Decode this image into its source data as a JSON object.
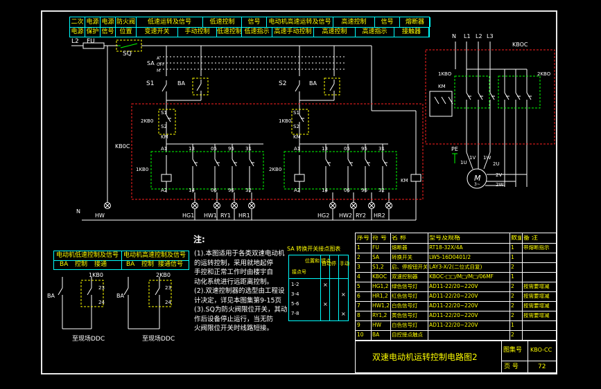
{
  "header_row1": [
    "二次",
    "电源",
    "电源",
    "防火阀",
    "低速运转及信号",
    "低速控制",
    "信号",
    "电动机高速运转及信号",
    "高速控制",
    "信号",
    "熔断器"
  ],
  "header_row2": [
    "电源",
    "保护",
    "信号",
    "位置",
    "变速开关",
    "手动控制",
    "低速控制",
    "低速指示",
    "高速手动控制",
    "高速控制",
    "高速指示",
    "接触器"
  ],
  "top_labels": {
    "l2": "L2",
    "fu": "FU",
    "sq": "SQ",
    "sa": "SA",
    "a_pos": "A",
    "o_pos": "OFF",
    "m_pos": "M",
    "s1": "S1",
    "s2": "S2",
    "ba1": "BA",
    "ba2": "BA",
    "kb0c": "KB0C",
    "n": "N",
    "hw": "HW"
  },
  "circuit_labels": {
    "k1_2kb0": "2KB0",
    "k1_s1": "S1",
    "k1_s2": "S2",
    "k1_km": "KM",
    "k2_lkb0": "1KB0",
    "k2_s1": "S1",
    "k2_s2": "S2",
    "k2_km": "KM",
    "a1": "A1",
    "n13": "13",
    "n05": "05",
    "n95": "95",
    "n31": "31",
    "a2": "A2",
    "n14": "14",
    "n06": "06",
    "n96": "96",
    "n32": "32",
    "lkb0": "1KB0",
    "kb0_2": "2KB0",
    "km": "KM"
  },
  "lamps": [
    "HG1",
    "HW1",
    "RY1",
    "HR1",
    "HG2",
    "HW2",
    "RY2",
    "HR2"
  ],
  "power": {
    "n": "N",
    "l1": "L1",
    "l2": "L2",
    "l3": "L3",
    "kboc": "KBOC",
    "lkbo": "1KBO",
    "km": "KM",
    "kbo2": "2KBO",
    "pe": "PE",
    "u1": "1U",
    "v1": "1V",
    "w1": "1W",
    "u2": "2U",
    "v2": "2V",
    "w2": "2W",
    "m": "M",
    "motor_sym": "3~"
  },
  "bottom_left": {
    "head1": "电动机低速控制及信号",
    "head2": "电动机高速控制及信号",
    "ba": "BA",
    "ctrl": "控制",
    "sig": "接通",
    "ba2": "BA",
    "ctrl2": "控制",
    "sig2": "接通信号",
    "lkb0": "1KB0",
    "kb02": "2KB0",
    "n23": "23",
    "n24": "24",
    "to_ddc1": "至现场DDC",
    "to_ddc2": "至现场DDC"
  },
  "notes": {
    "title": "注:",
    "lines": [
      "(1).本图适用于各类双速电动机",
      "的运转控制，采用就地起停",
      "手控和正常工作时由楼宇自",
      "动化系统进行远距离控制。",
      "(2).双速控制器的选型由工程设",
      "计决定，详见本图集第9-15页",
      "(3).SQ为防火阀限位开关，其动",
      "作后设备停止运行，当无防",
      "火阀限位开关时线路短接。"
    ]
  },
  "sa_table": {
    "title": "SA 转换开关接点图表",
    "col_pos": "位置和 接点",
    "col_a": "自动",
    "col_o": "停",
    "col_m": "手动",
    "row_label": "接点号",
    "rows": [
      [
        "1-2",
        "×",
        "",
        ""
      ],
      [
        "3-4",
        "",
        "",
        "×"
      ],
      [
        "5-6",
        "×",
        "",
        ""
      ],
      [
        "7-8",
        "",
        "",
        "×"
      ]
    ]
  },
  "parts_table": {
    "headers": [
      "序号",
      "符 号",
      "名 称",
      "型号及规格",
      "数量",
      "备 注"
    ],
    "rows": [
      [
        "1",
        "FU",
        "熔断器",
        "RT18-32X/4A",
        "1",
        "带熔断指示"
      ],
      [
        "2",
        "SA",
        "转换开关",
        "LW5-16D0401/2",
        "1",
        ""
      ],
      [
        "3",
        "S1,2",
        "启、停按钮开关",
        "LAY3-X/2(二位式自复)",
        "2",
        ""
      ],
      [
        "4",
        "KBOC",
        "双速控制器",
        "KBOC-□□/M□/M□/06MF",
        "1",
        ""
      ],
      [
        "5",
        "HG1,2",
        "绿色信号灯",
        "AD11-22/20~220V",
        "2",
        "按需要增减"
      ],
      [
        "6",
        "HR1,2",
        "红色信号灯",
        "AD11-22/20~220V",
        "2",
        "按需要增减"
      ],
      [
        "7",
        "HW1,2",
        "白色信号灯",
        "AD11-22/20~220V",
        "2",
        "按需要增减"
      ],
      [
        "8",
        "RY1,2",
        "黄色信号灯",
        "AD11-22/20~220V",
        "2",
        "按需要增减"
      ],
      [
        "9",
        "HW",
        "白色信号灯",
        "AD11-22/20~220V",
        "1",
        ""
      ],
      [
        "10",
        "BA",
        "自控接点触点",
        "",
        "2",
        ""
      ]
    ]
  },
  "title_block": {
    "title": "双速电动机运转控制电路图2",
    "fig_label": "图集号",
    "fig_no": "KBO-CC",
    "page_label": "页 号",
    "page_no": "72"
  }
}
